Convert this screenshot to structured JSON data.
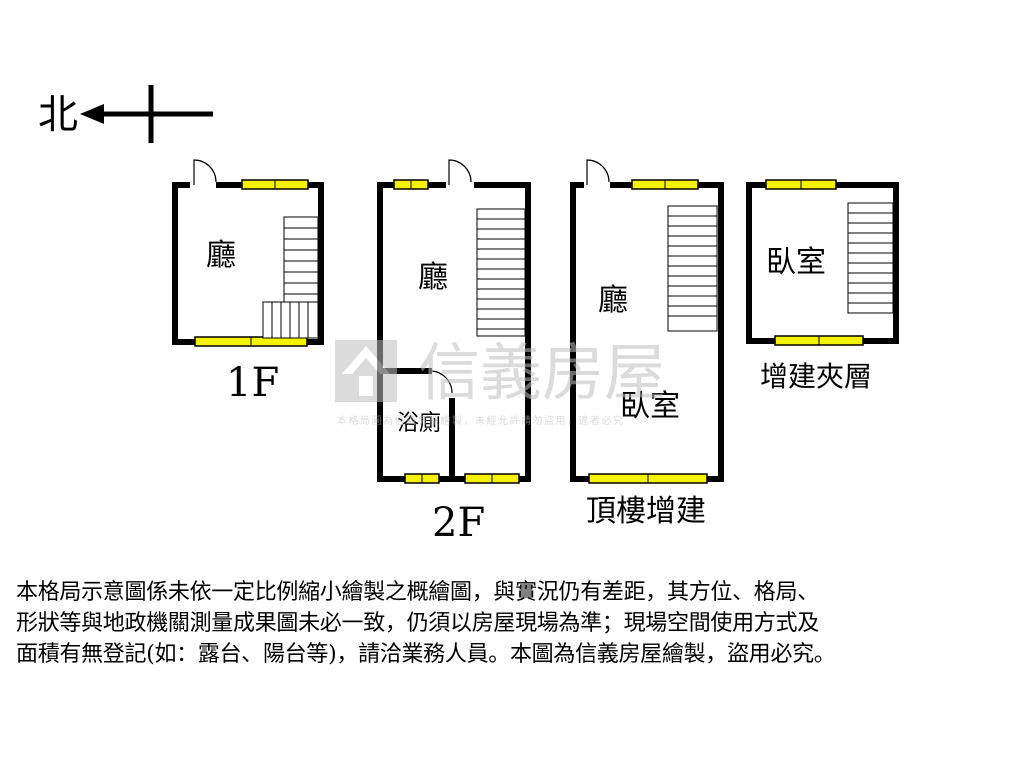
{
  "compass": {
    "north_label": "北"
  },
  "floors": [
    {
      "floor_label": "1F",
      "rooms": [
        {
          "label": "廳"
        }
      ]
    },
    {
      "floor_label": "2F",
      "rooms": [
        {
          "label": "廳"
        },
        {
          "label": "浴廁"
        }
      ]
    },
    {
      "floor_label": "頂樓增建",
      "rooms": [
        {
          "label": "廳"
        },
        {
          "label": "臥室"
        }
      ]
    },
    {
      "floor_label": "增建夾層",
      "rooms": [
        {
          "label": "臥室"
        }
      ]
    }
  ],
  "watermark": {
    "brand": "信義房屋",
    "notice": "本格局圖為信義房屋繪製，未經允許請勿盜用，違者必究"
  },
  "disclaimer_lines": [
    "本格局示意圖係未依一定比例縮小繪製之概繪圖，與實況仍有差距，其方位、格局、",
    "形狀等與地政機關測量成果圖未必一致，仍須以房屋現場為準；現場空間使用方式及",
    "面積有無登記(如：露台、陽台等)，請洽業務人員。本圖為信義房屋繪製，盜用必究。"
  ],
  "colors": {
    "wall": "#000000",
    "window": "#f5f200",
    "watermark": "#bfbfbf"
  }
}
